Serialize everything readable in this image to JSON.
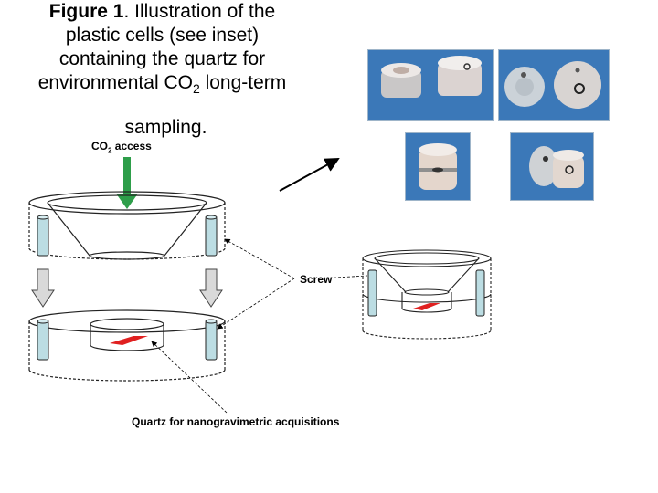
{
  "caption": {
    "label": "Figure 1",
    "line1": ". Illustration of the",
    "line2": "plastic cells (see inset)",
    "line3": "containing the quartz for",
    "line4_pre": "environmental CO",
    "line4_sub": "2",
    "line4_post": " long-term",
    "line5": "sampling."
  },
  "labels": {
    "co2_pre": "CO",
    "co2_sub": "2",
    "co2_post": " access",
    "screw": "Screw",
    "quartz": "Quartz for nanogravimetric acquisitions"
  },
  "colors": {
    "cylinder_stroke": "#222222",
    "screw_fill": "#bcdde3",
    "quartz_red": "#e02020",
    "arrow_green": "#2e9e4a",
    "photo_bg": "#3b78b8"
  }
}
